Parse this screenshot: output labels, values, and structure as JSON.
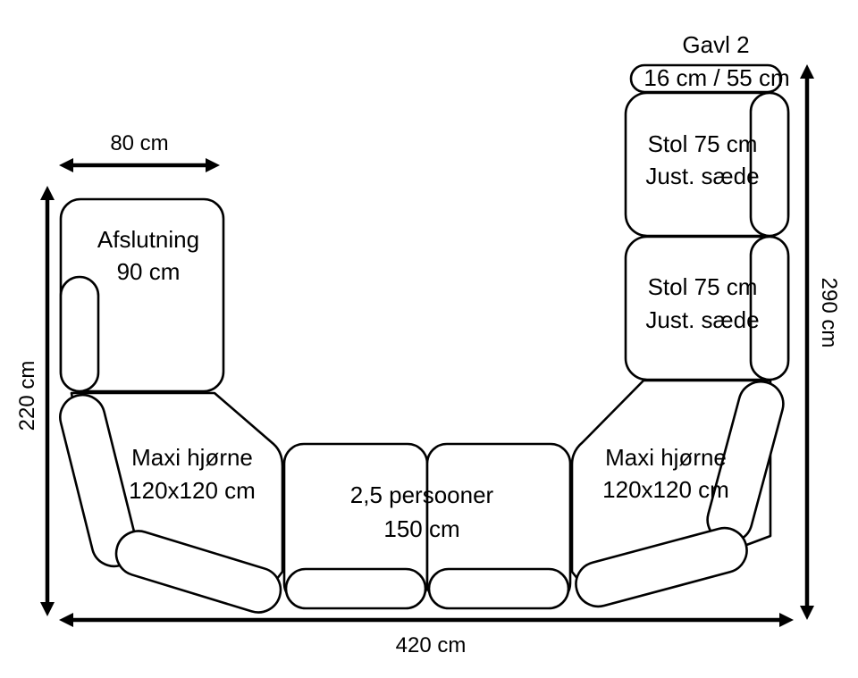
{
  "labels": {
    "gavl_title": "Gavl 2",
    "gavl_size": "16 cm / 55 cm",
    "stol_top_1": "Stol 75 cm",
    "stol_top_2": "Just. sæde",
    "stol_bottom_1": "Stol 75 cm",
    "stol_bottom_2": "Just. sæde",
    "afslutning_1": "Afslutning",
    "afslutning_2": "90 cm",
    "maxi_left_1": "Maxi hjørne",
    "maxi_left_2": "120x120 cm",
    "maxi_right_1": "Maxi hjørne",
    "maxi_right_2": "120x120 cm",
    "middle_1": "2,5 persooner",
    "middle_2": "150 cm"
  },
  "dimensions": {
    "top_width": "80 cm",
    "left_height": "220 cm",
    "right_height": "290 cm",
    "bottom_width": "420 cm"
  }
}
